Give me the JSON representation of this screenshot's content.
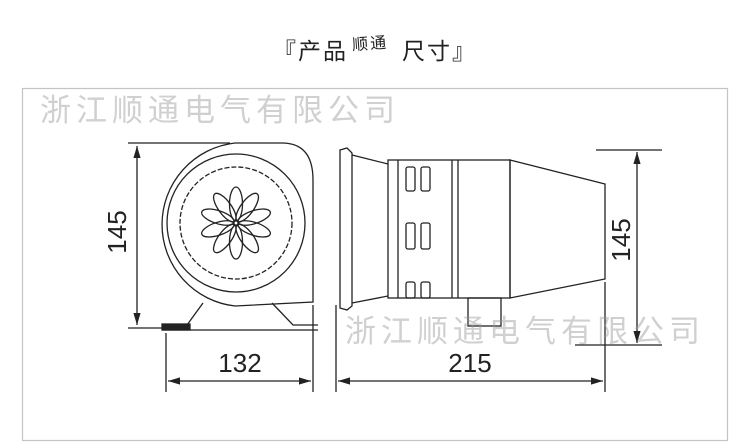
{
  "title": {
    "prefix": "『产品",
    "brand": "顺通",
    "suffix": "尺寸』"
  },
  "watermark": "浙江顺通电气有限公司",
  "dimensions": {
    "front_height": "145",
    "front_width": "132",
    "side_length": "215",
    "side_height": "145"
  }
}
